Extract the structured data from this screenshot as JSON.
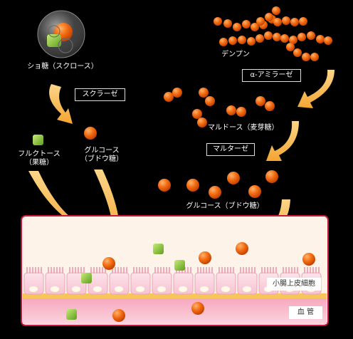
{
  "labels": {
    "sucrose": "ショ糖（スクロース）",
    "sucrase": "スクラーゼ",
    "starch": "デンプン",
    "amylase": "α-アミラーゼ",
    "maltose": "マルドース（麦芽糖）",
    "maltase": "マルターゼ",
    "fructose_l1": "フルクトース",
    "fructose_l2": "（果糖）",
    "glucose_l1": "グルコース",
    "glucose_l2": "（ブドウ糖）",
    "glucose_bottom": "グルコース（ブドウ糖）",
    "epithelial": "小腸上皮細胞",
    "blood": "血 管"
  },
  "colors": {
    "glucose": "#f26a10",
    "fructose": "#8cc63f",
    "arrow": "#f7b84a",
    "tissue": "#fbe7ec",
    "vessel": "#f7b6c6",
    "border": "#c8183a"
  }
}
